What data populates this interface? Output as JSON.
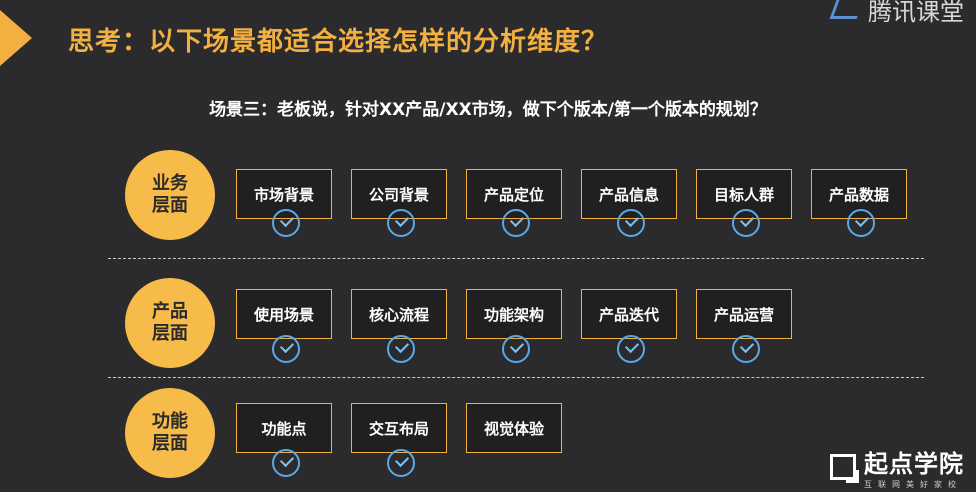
{
  "header": {
    "title": "思考：以下场景都适合选择怎样的分析维度？",
    "corner_logo_text": "腾讯课堂"
  },
  "subtitle": "场景三：老板说，针对XX产品/XX市场，做下个版本/第一个版本的规划？",
  "rows": [
    {
      "label": "业务\n层面",
      "items": [
        "市场背景",
        "公司背景",
        "产品定位",
        "产品信息",
        "目标人群",
        "产品数据"
      ]
    },
    {
      "label": "产品\n层面",
      "items": [
        "使用场景",
        "核心流程",
        "功能架构",
        "产品迭代",
        "产品运营"
      ]
    },
    {
      "label": "功能\n层面",
      "items": [
        "功能点",
        "交互布局",
        "视觉体验"
      ]
    }
  ],
  "footer": {
    "brand": "起点学院",
    "tagline": "互联网美好家校"
  },
  "colors": {
    "background": "#2b2b2e",
    "accent": "#f3b040",
    "check": "#5aa9e6"
  }
}
